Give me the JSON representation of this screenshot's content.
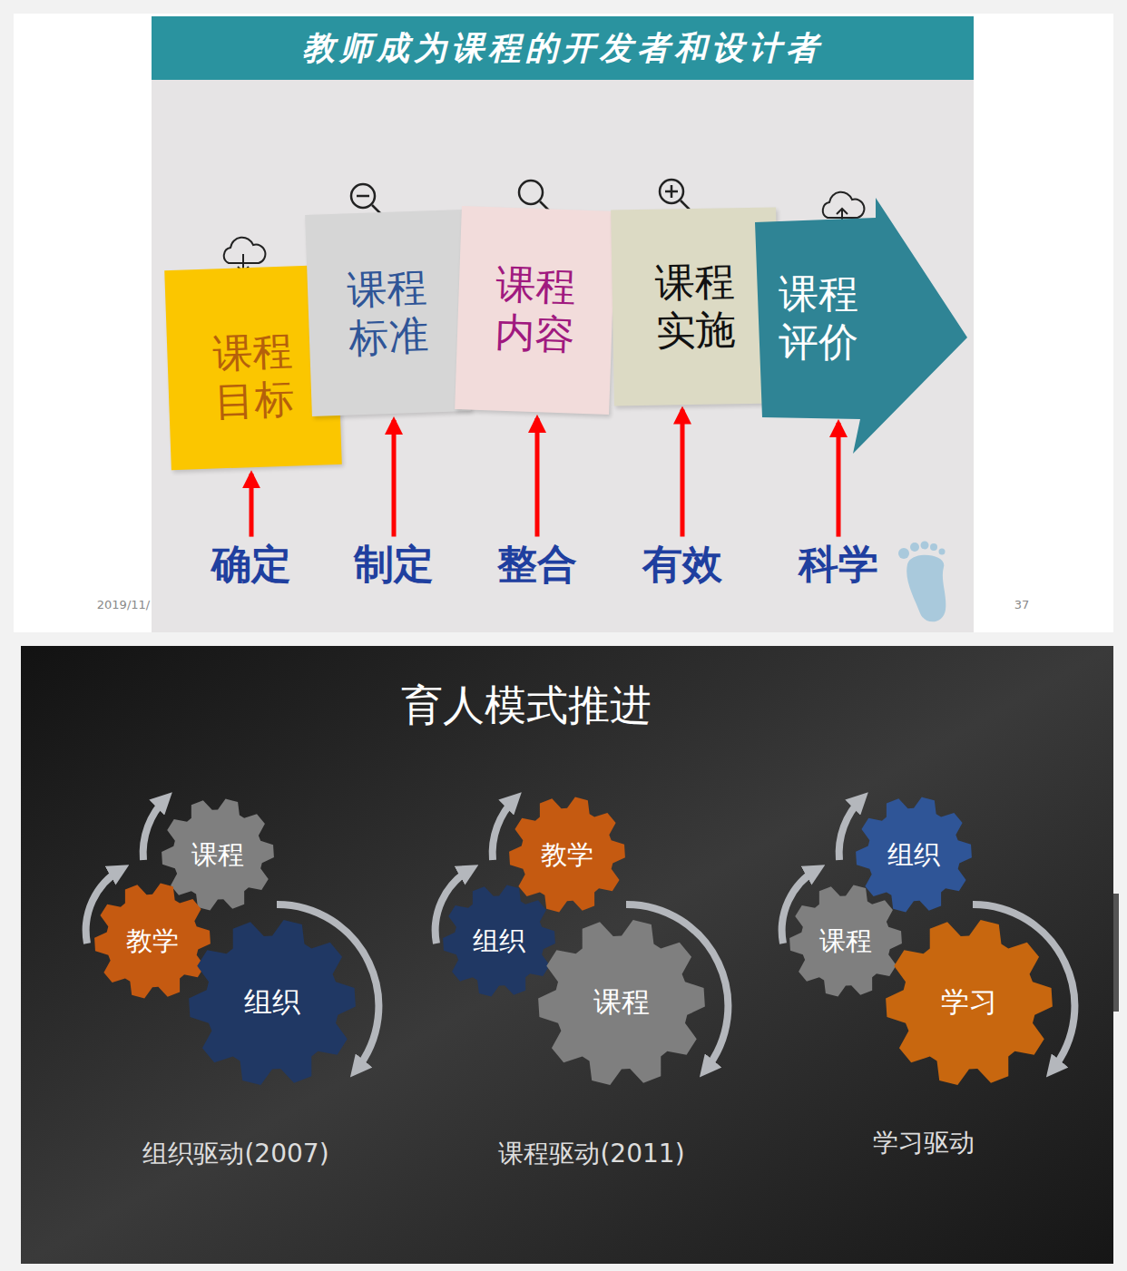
{
  "diagram": {
    "title": "教师成为课程的开发者和设计者",
    "nodes": [
      {
        "text": [
          "课程目标"
        ]
      },
      {
        "text": [
          "课程标准"
        ]
      },
      {
        "text": [
          "课程内容"
        ]
      },
      {
        "text": [
          "课程实施"
        ]
      },
      {
        "text": [
          "课程评价"
        ]
      },
      {
        "text": [
          "确定"
        ]
      },
      {
        "text": [
          "制定"
        ]
      },
      {
        "text": [
          "整合"
        ]
      },
      {
        "text": [
          "有效"
        ]
      },
      {
        "text": [
          "科学"
        ]
      },
      {
        "text": [
          "课程"
        ]
      },
      {
        "text": [
          "教学"
        ]
      },
      {
        "text": [
          "组织"
        ]
      },
      {
        "text": [
          "教学"
        ]
      },
      {
        "text": [
          "组织"
        ]
      },
      {
        "text": [
          "课程"
        ]
      },
      {
        "text": [
          "组织"
        ]
      },
      {
        "text": [
          "课程"
        ]
      },
      {
        "text": [
          "学习"
        ]
      }
    ],
    "edges": [
      {
        "from": 5,
        "to": 0,
        "arrow": "to"
      },
      {
        "from": 6,
        "to": 1,
        "arrow": "to"
      },
      {
        "from": 7,
        "to": 2,
        "arrow": "to"
      },
      {
        "from": 8,
        "to": 3,
        "arrow": "to"
      },
      {
        "from": 9,
        "to": 4,
        "arrow": "to"
      }
    ],
    "labels": [
      "2019/11/",
      "37",
      "育人模式推进",
      "组织驱动(2007)",
      "课程驱动(2011)",
      "学习驱动"
    ]
  }
}
